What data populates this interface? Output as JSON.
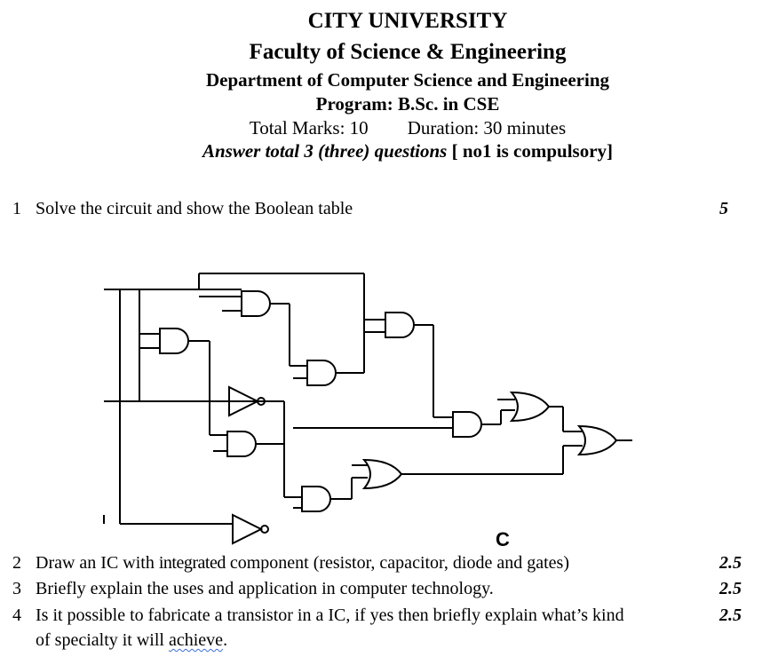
{
  "header": {
    "university": "CITY UNIVERSITY",
    "faculty": "Faculty of Science & Engineering",
    "department": "Department of Computer Science and Engineering",
    "program": "Program: B.Sc. in CSE",
    "total_marks": "Total Marks: 10",
    "duration": "Duration: 30 minutes",
    "instruction_italic": "Answer total 3 (three) questions",
    "instruction_rest": " [ no1 is compulsory]"
  },
  "questions": [
    {
      "number": "1",
      "text": "Solve the circuit and show the Boolean table",
      "marks": "5"
    },
    {
      "number": "2",
      "text_a": "Draw an IC with",
      "text_b": "integrated",
      "text_c": "component (resistor, capacitor, diode and gates)",
      "marks": "2.5"
    },
    {
      "number": "3",
      "text": "Briefly explain the uses and application in computer technology.",
      "marks": "2.5"
    },
    {
      "number": "4",
      "line1": "Is it possible to fabricate a transistor in a IC, if yes then briefly explain what’s kind",
      "line2_a": "of specialty it will ",
      "line2_b": "achieve",
      "line2_c": ".",
      "marks": "2.5"
    }
  ],
  "circuit": {
    "label": "C"
  }
}
